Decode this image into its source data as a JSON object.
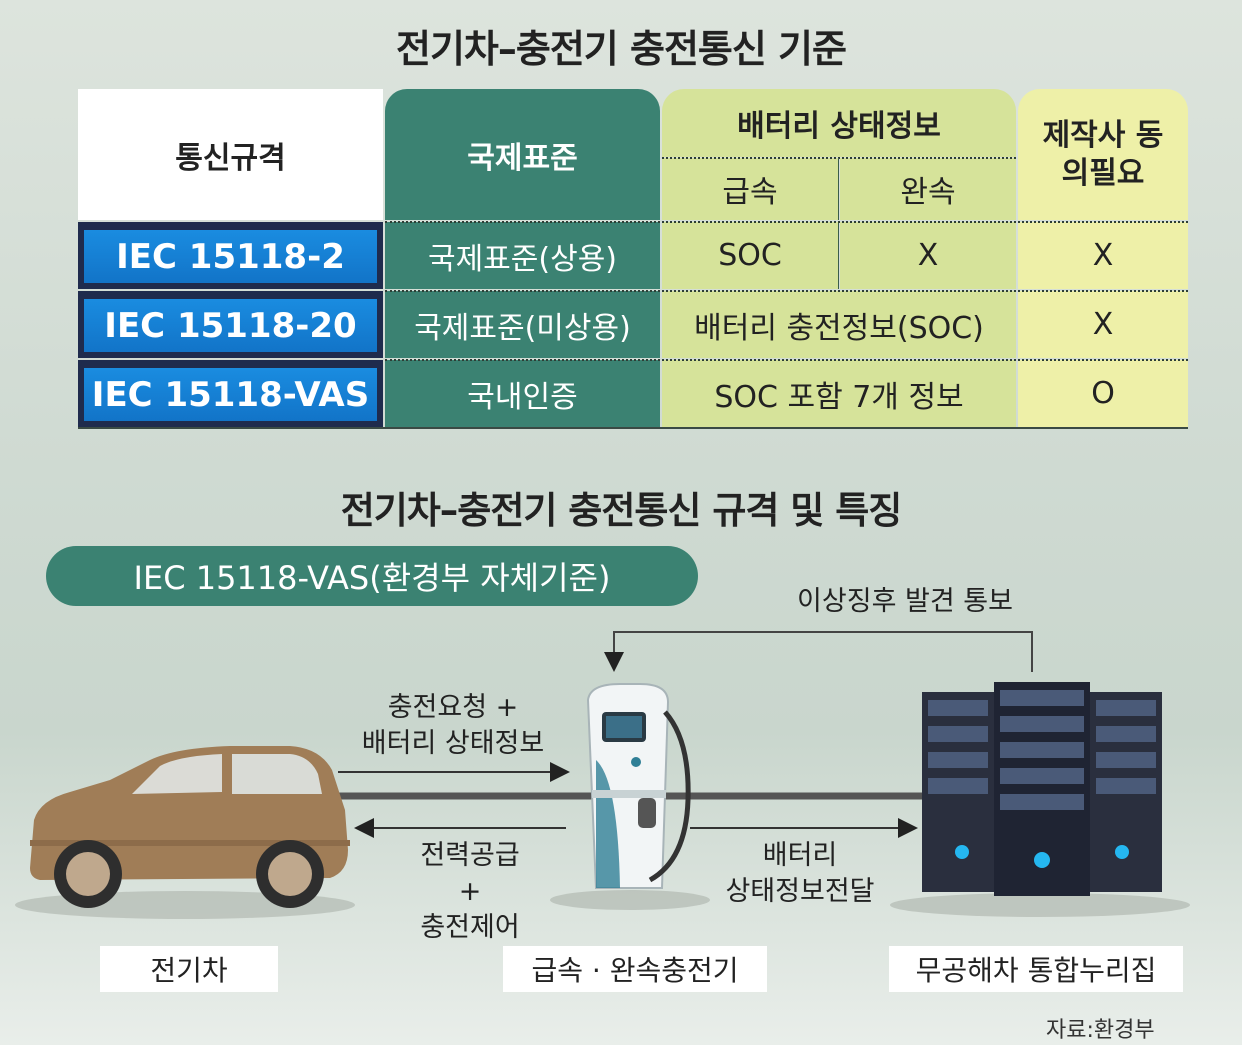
{
  "top_title": "전기차–충전기 충전통신 기준",
  "table": {
    "headers": {
      "standard": "통신규격",
      "international": "국제표준",
      "battery": "배터리 상태정보",
      "fast": "급속",
      "slow": "완속",
      "consent": "제작사 동의필요"
    },
    "rows": [
      {
        "standard": "IEC 15118-2",
        "international": "국제표준(상용)",
        "fast": "SOC",
        "slow": "X",
        "consent": "X"
      },
      {
        "standard": "IEC 15118-20",
        "international": "국제표준(미상용)",
        "battery": "배터리 충전정보(SOC)",
        "consent": "X"
      },
      {
        "standard": "IEC 15118-VAS",
        "international": "국내인증",
        "battery": "SOC 포함 7개 정보",
        "consent": "O"
      }
    ]
  },
  "diagram": {
    "title": "전기차–충전기 충전통신 규격 및 특징",
    "pill": "IEC 15118-VAS(환경부 자체기준)",
    "anomaly_report": "이상징후 발견 통보",
    "request": [
      "충전요청 +",
      "배터리 상태정보"
    ],
    "supply": [
      "전력공급",
      "+",
      "충전제어"
    ],
    "deliver": [
      "배터리",
      "상태정보전달"
    ],
    "ev_label": "전기차",
    "charger_label": "급속 · 완속충전기",
    "system_label": "무공해차 통합누리집",
    "source": "자료:환경부"
  },
  "colors": {
    "green": "#3b8272",
    "lime": "#d6e39a",
    "yellow": "#eef0a8",
    "blue": "#1a8ce0",
    "navy": "#1f2b4d"
  }
}
